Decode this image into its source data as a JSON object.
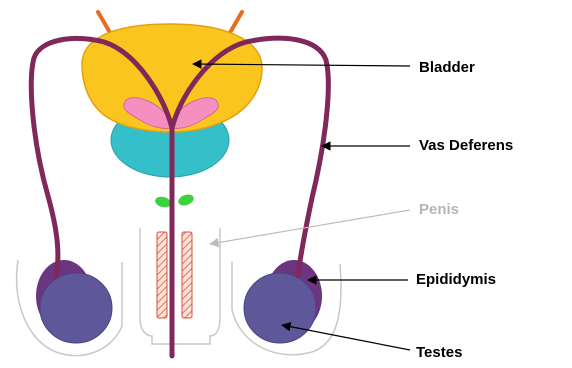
{
  "labels": {
    "bladder": "Bladder",
    "vas_deferens": "Vas Deferens",
    "penis": "Penis",
    "epididymis": "Epididymis",
    "testes": "Testes"
  },
  "colors": {
    "bladder": "#F9C51E",
    "bladder_outline": "#E4A010",
    "ureter": "#E86C1C",
    "seminal_vesicle": "#F48FC0",
    "prostate": "#35BFC8",
    "vas_deferens": "#80285A",
    "bulbourethral_gland": "#3DD13D",
    "erectile_tissue": "#F4A28C",
    "erectile_outline": "#D64F3A",
    "epididymis": "#6B3580",
    "testis": "#5E5799",
    "outline": "#C8C8C8",
    "label": "#000000",
    "label_muted": "#B5B5B5",
    "arrow": "#000000",
    "arrow_muted": "#BDBDBD"
  }
}
